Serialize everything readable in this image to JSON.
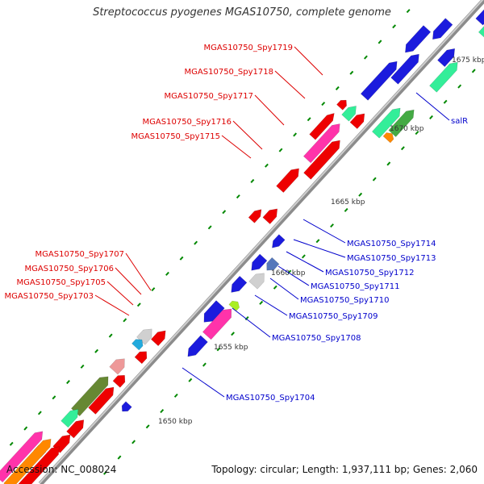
{
  "title": "Streptococcus pyogenes MGAS10750, complete genome",
  "accession": "Accession: NC_008024",
  "topology": "Topology: circular; Length: 1,937,111 bp; Genes: 2,060",
  "colors": {
    "backbone": "#8c8c8c",
    "tick": "#008800",
    "label_red": "#dd0000",
    "label_blue": "#0000cc"
  },
  "ticks": [
    {
      "label": "1675 kbp"
    },
    {
      "label": "1670 kbp"
    },
    {
      "label": "1665 kbp"
    },
    {
      "label": "1660 kbp"
    },
    {
      "label": "1655 kbp"
    },
    {
      "label": "1650 kbp"
    }
  ],
  "labels": [
    {
      "text": "MGAS10750_Spy1719",
      "color": "red"
    },
    {
      "text": "MGAS10750_Spy1718",
      "color": "red"
    },
    {
      "text": "MGAS10750_Spy1717",
      "color": "red"
    },
    {
      "text": "MGAS10750_Spy1716",
      "color": "red"
    },
    {
      "text": "MGAS10750_Spy1715",
      "color": "red"
    },
    {
      "text": "MGAS10750_Spy1707",
      "color": "red"
    },
    {
      "text": "MGAS10750_Spy1706",
      "color": "red"
    },
    {
      "text": "MGAS10750_Spy1705",
      "color": "red"
    },
    {
      "text": "MGAS10750_Spy1703",
      "color": "red"
    },
    {
      "text": "salR",
      "color": "blue"
    },
    {
      "text": "MGAS10750_Spy1714",
      "color": "blue"
    },
    {
      "text": "MGAS10750_Spy1713",
      "color": "blue"
    },
    {
      "text": "MGAS10750_Spy1712",
      "color": "blue"
    },
    {
      "text": "MGAS10750_Spy1711",
      "color": "blue"
    },
    {
      "text": "MGAS10750_Spy1710",
      "color": "blue"
    },
    {
      "text": "MGAS10750_Spy1709",
      "color": "blue"
    },
    {
      "text": "MGAS10750_Spy1708",
      "color": "blue"
    },
    {
      "text": "MGAS10750_Spy1704",
      "color": "blue"
    }
  ]
}
